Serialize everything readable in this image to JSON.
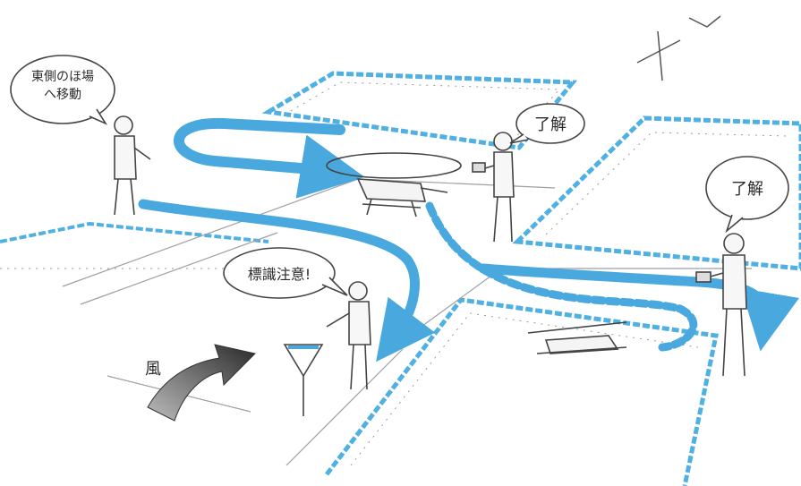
{
  "speech": {
    "instructor": "東側のほ場へ移動",
    "ack_center": "了解",
    "ack_right": "了解",
    "caution": "標識注意!"
  },
  "wind_label": "風",
  "colors": {
    "route_blue": "#49a9df",
    "field_border": "#4fb0e3",
    "line_ink": "#444444",
    "wind_arrow": "#3a3a3a"
  },
  "icons": {
    "compass": "north-arrow-icon",
    "sign": "sign-icon",
    "wind": "wind-arrow-icon",
    "helicopter": "helicopter-icon"
  }
}
